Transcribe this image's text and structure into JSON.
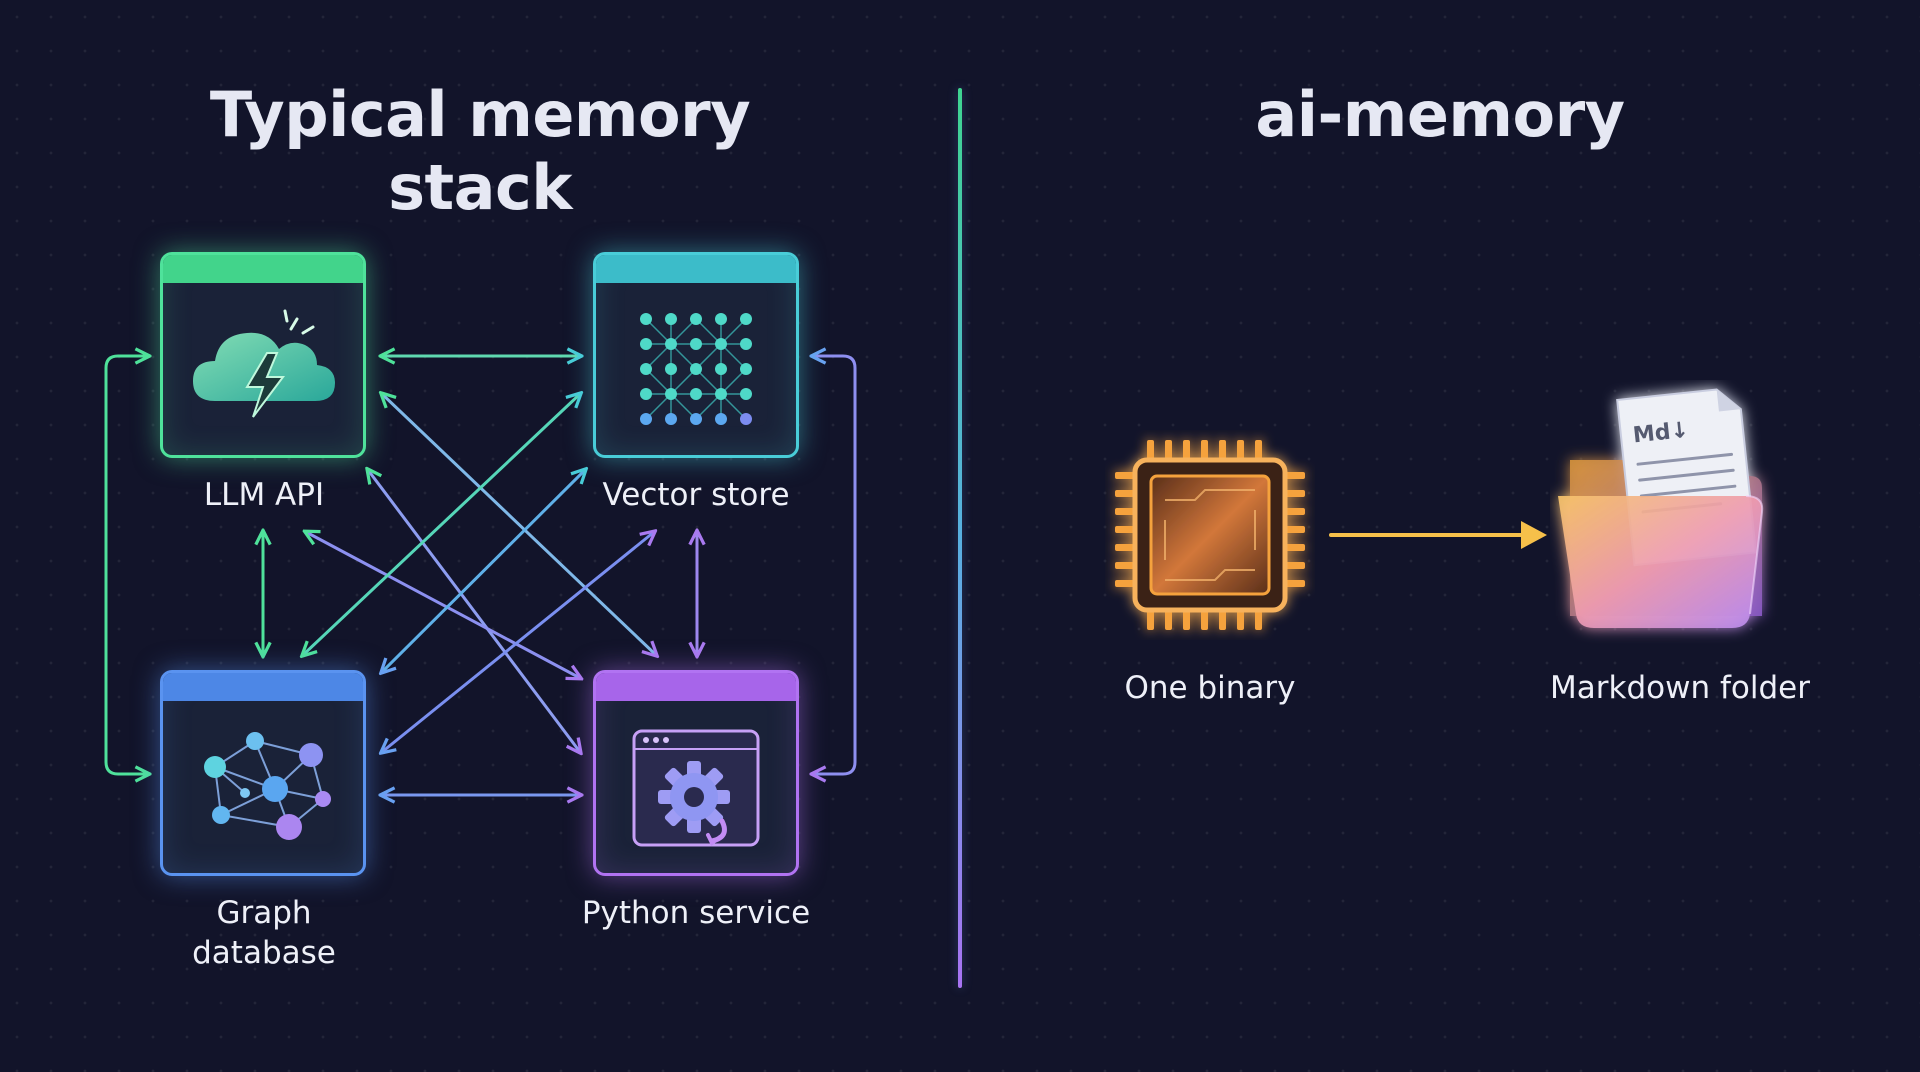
{
  "left_panel": {
    "title": "Typical memory stack",
    "nodes": {
      "llm": "LLM API",
      "vector": "Vector store",
      "graph_line1": "Graph",
      "graph_line2": "database",
      "python": "Python service"
    }
  },
  "right_panel": {
    "title": "ai-memory",
    "binary_label": "One binary",
    "folder_label": "Markdown folder",
    "file_tag": "Md↓"
  },
  "colors": {
    "background": "#12142a",
    "green": "#4fe29b",
    "teal": "#49cdd8",
    "blue": "#5a93f0",
    "purple": "#b173f2",
    "orange": "#f5a23c",
    "arrow_yellow": "#f6c04a"
  },
  "icons": {
    "llm": "cloud-lightning-icon",
    "vector": "node-grid-icon",
    "graph": "network-graph-icon",
    "python": "gear-window-icon",
    "binary": "microchip-icon",
    "folder": "folder-document-icon"
  }
}
